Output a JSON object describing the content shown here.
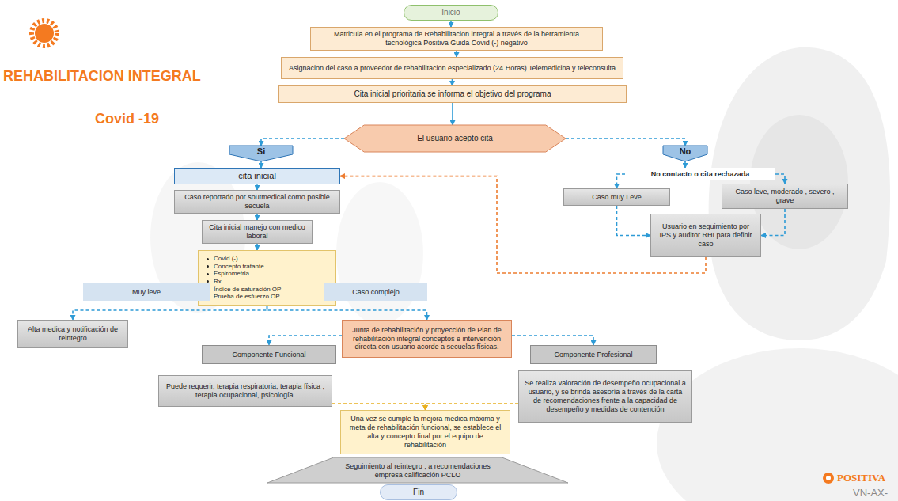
{
  "diagram": {
    "title": "REHABILITACION INTEGRAL",
    "nodes": [
      {
        "text": [
          "Inicio"
        ]
      },
      {
        "text": [
          "Matricula en el programa de Rehabilitacion integral a través de la herramienta tecnológica Positiva Guida Covid (-) negativo"
        ]
      },
      {
        "text": [
          "Asignacion del caso a proveedor de rehabilitacion especializado (24 Horas) Telemedicina y teleconsulta"
        ]
      },
      {
        "text": [
          "Cita inicial prioritaria se informa el objetivo del programa"
        ]
      },
      {
        "text": [
          "El usuario acepto cita"
        ]
      },
      {
        "text": [
          "Si"
        ]
      },
      {
        "text": [
          "No"
        ]
      },
      {
        "text": [
          "cita inicial"
        ]
      },
      {
        "text": [
          "No contacto o cita rechazada"
        ]
      },
      {
        "text": [
          "Caso reportado por soutmedical como posible secuela"
        ]
      },
      {
        "text": [
          "Caso muy Leve"
        ]
      },
      {
        "text": [
          "Caso leve, moderado , severo , grave"
        ]
      },
      {
        "text": [
          "Cita inicial manejo con medico laboral"
        ]
      },
      {
        "text": [
          "Usuario en seguimiento por IPS y auditor RHI para definir caso"
        ]
      },
      {
        "text": [
          "Covid (-)",
          "Concepto tratante",
          "Espirometria",
          "Rx",
          "Índice de saturación OP",
          "Prueba de esfuerzo OP"
        ]
      },
      {
        "text": [
          "Muy leve"
        ]
      },
      {
        "text": [
          "Caso complejo"
        ]
      },
      {
        "text": [
          "Alta medica y notificación de reintegro"
        ]
      },
      {
        "text": [
          "Junta de rehabilitación y proyección de Plan de rehabilitación integral conceptos e intervención directa con usuario acorde a secuelas físicas."
        ]
      },
      {
        "text": [
          "Componente Funcional"
        ]
      },
      {
        "text": [
          "Componente Profesional"
        ]
      },
      {
        "text": [
          "Puede requerir, terapia respiratoria, terapia física , terapia ocupacional, psicología."
        ]
      },
      {
        "text": [
          "Se realiza valoración de desempeño ocupacional a usuario, y se brinda asesoría a través de la carta de recomendaciones frente a la capacidad de desempeño y medidas de contención"
        ]
      },
      {
        "text": [
          "Una vez se cumple la mejora medica máxima y meta de rehabilitación funcional, se establece el alta y concepto final por el equipo de rehabilitación"
        ]
      },
      {
        "text": [
          "Seguimiento al reintegro , a recomendaciones empresa calificación PCLO"
        ]
      },
      {
        "text": [
          "Fin"
        ]
      }
    ],
    "edges": [
      {
        "from": 0,
        "to": 1,
        "arrow": "to"
      },
      {
        "from": 1,
        "to": 2,
        "arrow": "to"
      },
      {
        "from": 2,
        "to": 3,
        "arrow": "to"
      },
      {
        "from": 3,
        "to": 4,
        "arrow": "to"
      },
      {
        "from": 4,
        "to": 5,
        "arrow": "to"
      },
      {
        "from": 4,
        "to": 6,
        "arrow": "to"
      },
      {
        "from": 5,
        "to": 7,
        "arrow": "to"
      },
      {
        "from": 6,
        "to": 8,
        "arrow": "to"
      },
      {
        "from": 8,
        "to": 10,
        "arrow": "to"
      },
      {
        "from": 8,
        "to": 11,
        "arrow": "to"
      },
      {
        "from": 10,
        "to": 13,
        "arrow": "to"
      },
      {
        "from": 11,
        "to": 13,
        "arrow": "to"
      },
      {
        "from": 13,
        "to": 7,
        "arrow": "to"
      },
      {
        "from": 7,
        "to": 9,
        "arrow": "to"
      },
      {
        "from": 9,
        "to": 12,
        "arrow": "to"
      },
      {
        "from": 12,
        "to": 14,
        "arrow": "to"
      },
      {
        "from": 14,
        "to": 17,
        "arrow": "to"
      },
      {
        "from": 14,
        "to": 18,
        "arrow": "to"
      },
      {
        "from": 18,
        "to": 19,
        "arrow": "to"
      },
      {
        "from": 18,
        "to": 20,
        "arrow": "to"
      },
      {
        "from": 21,
        "to": 23,
        "arrow": "to"
      },
      {
        "from": 22,
        "to": 23,
        "arrow": "to"
      }
    ],
    "labels": [
      "Covid -19",
      "POSITIVA",
      "VN-AX-"
    ]
  }
}
